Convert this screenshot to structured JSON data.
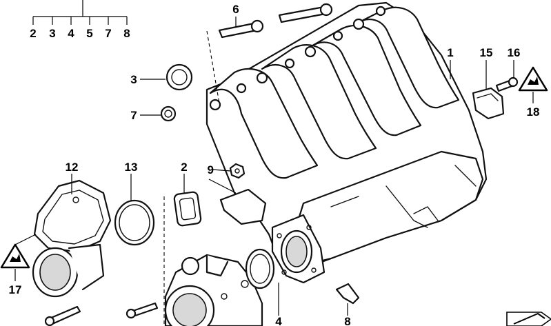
{
  "diagram": {
    "group_labels": [
      "2",
      "3",
      "4",
      "5",
      "7",
      "8"
    ],
    "callouts": {
      "c1": "1",
      "c2": "2",
      "c3": "3",
      "c4": "4",
      "c6": "6",
      "c7": "7",
      "c8": "8",
      "c9": "9",
      "c12": "12",
      "c13": "13",
      "c15": "15",
      "c16": "16",
      "c17": "17",
      "c18": "18"
    },
    "icons": [
      "warning-triangle-icon",
      "forward-arrow-icon"
    ]
  }
}
